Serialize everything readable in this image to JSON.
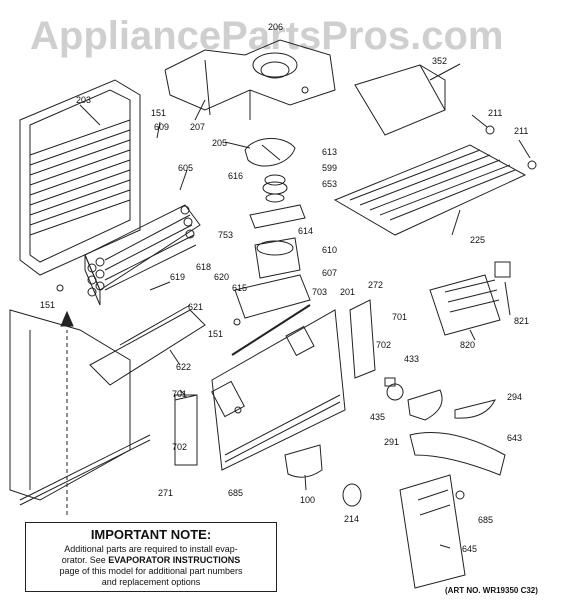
{
  "watermark": "AppliancePartsPros.com",
  "labels": [
    "206",
    "352",
    "203",
    "151",
    "609",
    "207",
    "211",
    "211",
    "605",
    "205",
    "613",
    "599",
    "616",
    "653",
    "614",
    "753",
    "225",
    "610",
    "151",
    "619",
    "618",
    "620",
    "607",
    "272",
    "615",
    "821",
    "621",
    "703",
    "201",
    "701",
    "151",
    "820",
    "622",
    "702",
    "433",
    "701",
    "294",
    "435",
    "291",
    "643",
    "702",
    "271",
    "685",
    "100",
    "685",
    "214",
    "645"
  ],
  "note": {
    "title": "IMPORTANT NOTE:",
    "line1": "Additional parts are required to install evap-",
    "line2_pre": "orator. See ",
    "line2_bold": "EVAPORATOR INSTRUCTIONS",
    "line3": "page of this model for additional part numbers",
    "line4": "and replacement options"
  },
  "art_number": "(ART NO. WR19350 C32)"
}
